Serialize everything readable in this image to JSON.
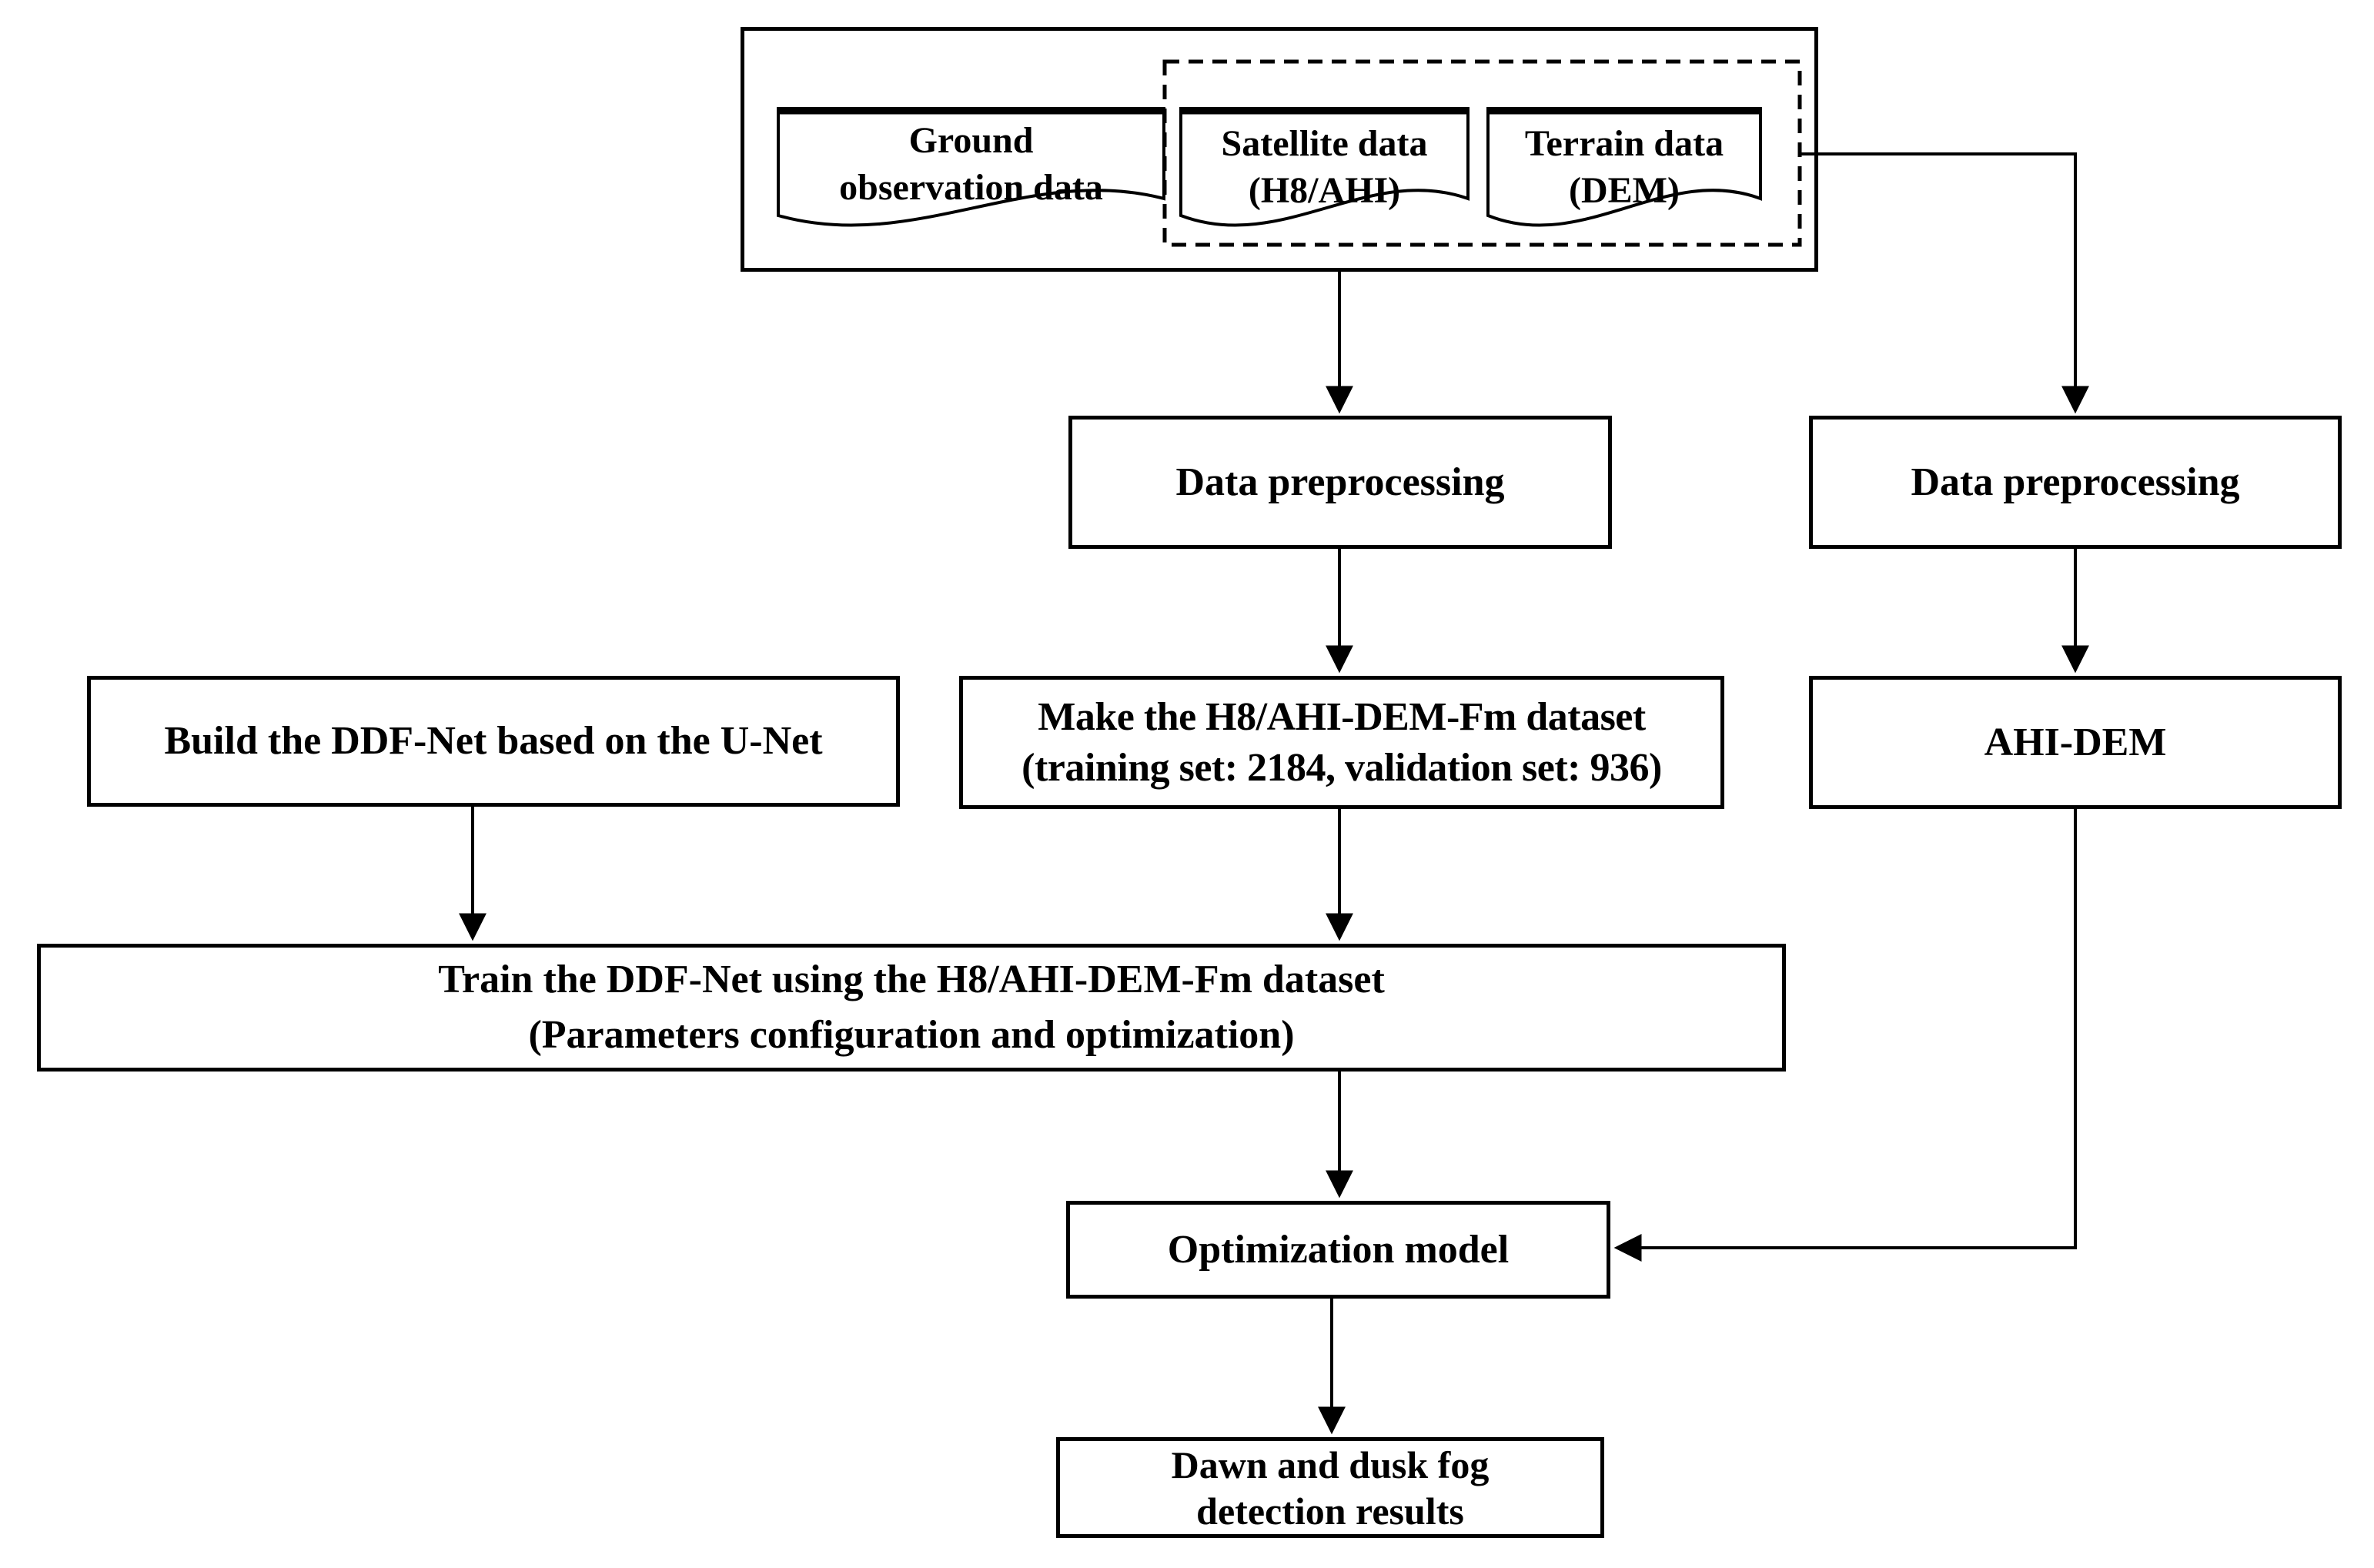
{
  "diagram": {
    "nodes": {
      "ground_observation": {
        "line1": "Ground",
        "line2": "observation data",
        "shape": "document"
      },
      "satellite_data": {
        "line1": "Satellite data",
        "line2": "(H8/AHI)",
        "shape": "document"
      },
      "terrain_data": {
        "line1": "Terrain data",
        "line2": "(DEM)",
        "shape": "document"
      },
      "preprocessing_main": {
        "label": "Data preprocessing",
        "shape": "rect"
      },
      "preprocessing_terrain": {
        "label": "Data preprocessing",
        "shape": "rect"
      },
      "make_dataset": {
        "line1": "Make the H8/AHI-DEM-Fm dataset",
        "line2": "(training set: 2184, validation set: 936)",
        "shape": "rect"
      },
      "ahi_dem": {
        "label": "AHI-DEM",
        "shape": "rect"
      },
      "build_ddfnet": {
        "label": "Build the DDF-Net based on the U-Net",
        "shape": "rect"
      },
      "train_ddfnet": {
        "line1": "Train the DDF-Net using the H8/AHI-DEM-Fm dataset",
        "line2": "(Parameters configuration and optimization)",
        "shape": "rect"
      },
      "optimization_model": {
        "label": "Optimization model",
        "shape": "rect"
      },
      "detection_results": {
        "line1": "Dawn and dusk fog",
        "line2": "detection results",
        "shape": "rect"
      }
    },
    "groups": {
      "input_group": {
        "members": [
          "ground_observation",
          "satellite_data",
          "terrain_data"
        ],
        "style": "solid"
      },
      "satellite_terrain_group": {
        "members": [
          "satellite_data",
          "terrain_data"
        ],
        "style": "dashed"
      }
    },
    "edges": [
      {
        "from": "input_group",
        "to": "preprocessing_main"
      },
      {
        "from": "satellite_terrain_group",
        "to": "preprocessing_terrain"
      },
      {
        "from": "preprocessing_main",
        "to": "make_dataset"
      },
      {
        "from": "preprocessing_terrain",
        "to": "ahi_dem"
      },
      {
        "from": "build_ddfnet",
        "to": "train_ddfnet"
      },
      {
        "from": "make_dataset",
        "to": "train_ddfnet"
      },
      {
        "from": "train_ddfnet",
        "to": "optimization_model"
      },
      {
        "from": "ahi_dem",
        "to": "optimization_model"
      },
      {
        "from": "optimization_model",
        "to": "detection_results"
      }
    ],
    "colors": {
      "line": "#000000",
      "text": "#000000",
      "background": "#ffffff"
    }
  }
}
